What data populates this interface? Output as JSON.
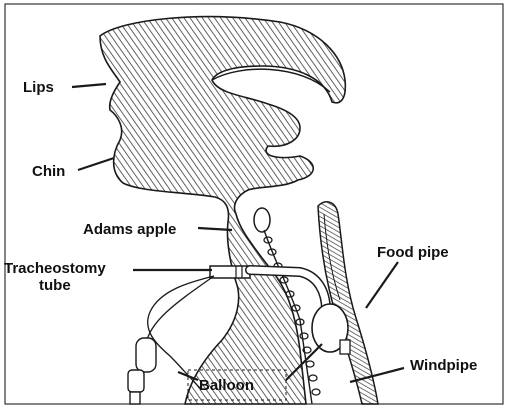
{
  "labels": {
    "lips": "Lips",
    "chin": "Chin",
    "adams_apple": "Adams apple",
    "food_pipe": "Food pipe",
    "tracheostomy_line1": "Tracheostomy",
    "tracheostomy_line2": "tube",
    "balloon": "Balloon",
    "windpipe": "Windpipe"
  },
  "colors": {
    "ink": "#1a1a1a",
    "hatch": "#3a3a3a",
    "frame": "#333333",
    "background": "#ffffff"
  }
}
